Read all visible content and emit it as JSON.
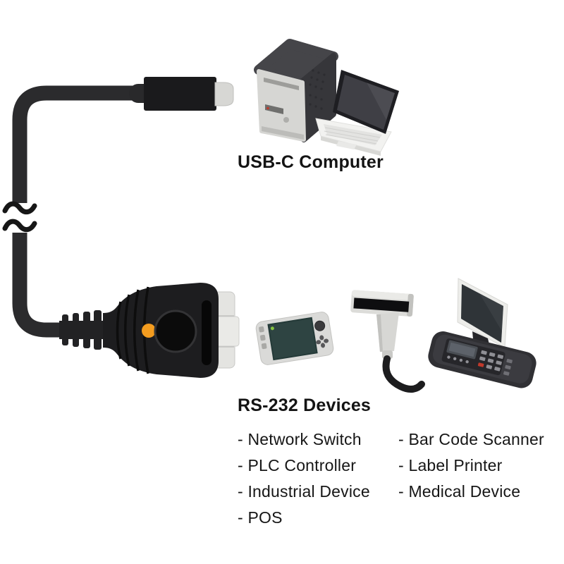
{
  "usb_section": {
    "label": "USB-C Computer"
  },
  "rs232_section": {
    "heading": "RS-232 Devices",
    "device_columns": {
      "left": [
        "- Network Switch",
        "- PLC Controller",
        "- Industrial Device",
        "- POS"
      ],
      "right": [
        "- Bar Code Scanner",
        "- Label Printer",
        "- Medical Device"
      ]
    }
  },
  "illustrations": {
    "usb_c_cable": "usb-c-cable-with-connector",
    "cable_break": "cable-break-tilde-marks",
    "desktop_tower": "desktop-tower-computer",
    "laptop": "laptop-computer",
    "rs232_adapter": "usb-to-rs232-db9-adapter",
    "handheld_device": "handheld-industrial-device",
    "barcode_scanner": "bar-code-scanner",
    "pos_terminal": "pos-terminal-with-monitor"
  },
  "colors": {
    "text": "#141414",
    "cable": "#2b2b2d",
    "connector_body": "#1a1a1c",
    "connector_tip": "#d7d7d4",
    "adapter_body": "#1d1d1f",
    "led_orange": "#f39c1f",
    "device_screen_teal": "#2e4442",
    "pos_key_red": "#c0392b"
  }
}
